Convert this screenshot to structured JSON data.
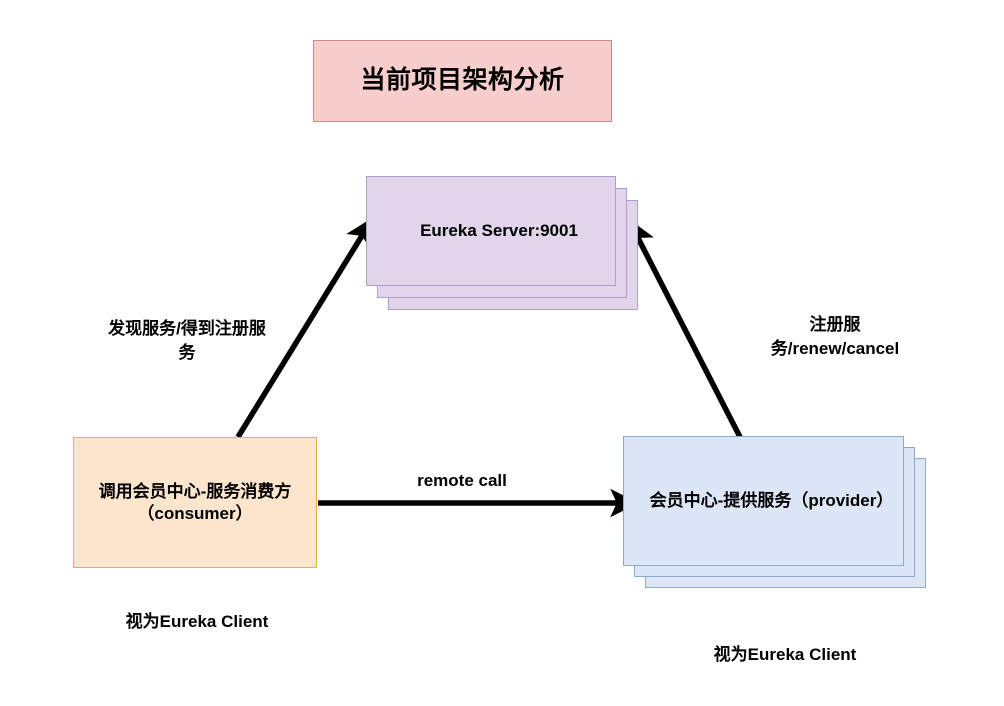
{
  "diagram": {
    "title": "当前项目架构分析",
    "title_colors": {
      "fill": "#f7cecb",
      "border": "#cc8b89"
    },
    "nodes": {
      "eureka_server": {
        "label": "Eureka Server:9001",
        "fill": "#e0d5ea",
        "border": "#b39ccb",
        "stacked": 3
      },
      "consumer": {
        "label": "调用会员中心-服务消费方\n（consumer）",
        "fill": "#fce5cd",
        "border": "#e0b449",
        "stacked": 1
      },
      "provider": {
        "label": "会员中心-提供服务（provider）",
        "fill": "#dce6f7",
        "border": "#8ba9d4",
        "stacked": 3
      }
    },
    "edges": {
      "discover": {
        "label": "发现服务/得到注册服\n务",
        "from": "consumer",
        "to": "eureka_server"
      },
      "register": {
        "label": "注册服\n务/renew/cancel",
        "from": "provider",
        "to": "eureka_server"
      },
      "remote_call": {
        "label": "remote call",
        "from": "consumer",
        "to": "provider"
      }
    },
    "annotations": {
      "consumer_client": "视为Eureka Client",
      "provider_client": "视为Eureka Client"
    },
    "arrow_color": "#000000"
  }
}
